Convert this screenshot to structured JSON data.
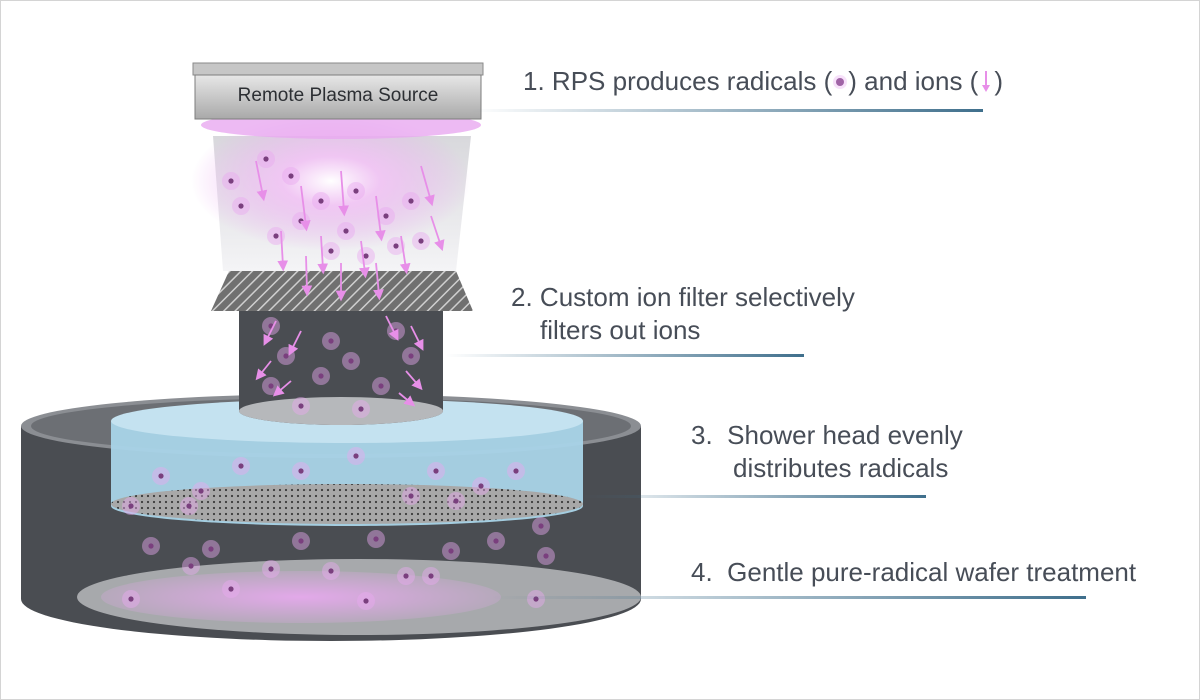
{
  "rps": {
    "label": "Remote Plasma Source"
  },
  "steps": [
    {
      "number": "1.",
      "text_before": "RPS produces radicals (",
      "text_mid": ") and ions (",
      "text_after": ")"
    },
    {
      "number": "2.",
      "line1": "Custom ion filter selectively",
      "line2": "filters out ions"
    },
    {
      "number": "3.",
      "line1": "Shower head evenly",
      "line2": "distributes radicals"
    },
    {
      "number": "4.",
      "line1": "Gentle pure-radical wafer treatment"
    }
  ],
  "legend_icons": [
    "radical-dot-icon",
    "ion-arrow-icon"
  ],
  "colors": {
    "plasma": "#e9a9f0",
    "radical": "#7a3f7e",
    "ion_arrow": "#e78fe8",
    "chamber_dark": "#4a4d52",
    "shower": "#a9d4e8",
    "leader_line": "#3f6f8c",
    "text": "#474d57"
  }
}
